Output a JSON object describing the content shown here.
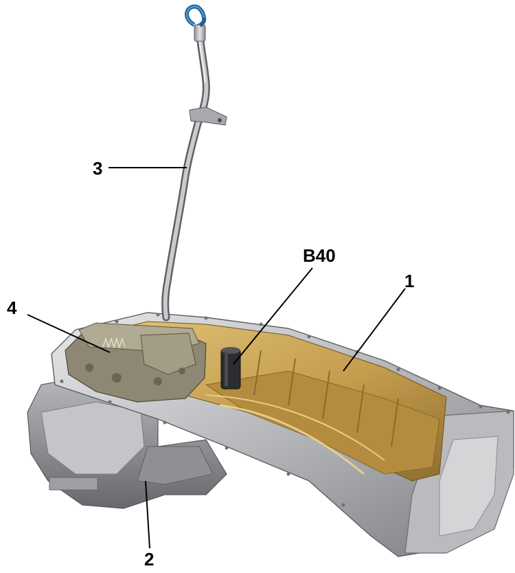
{
  "callouts": {
    "c1": "1",
    "c2": "2",
    "c3": "3",
    "c4": "4",
    "cb40": "B40"
  },
  "parts": {
    "oil_pan_upper": "1",
    "oil_pan_lower": "2",
    "dipstick_guide_tube": "3",
    "oil_pump_assembly": "4",
    "oil_sensor": "B40"
  },
  "colors": {
    "background": "#ffffff",
    "aluminium_light": "#d9dadc",
    "aluminium_mid": "#a9abae",
    "aluminium_dark": "#6f7175",
    "sump_interior": "#c9a557",
    "sump_interior_dark": "#8c6c2c",
    "dipstick_handle": "#2a78b8",
    "leader_line": "#000000"
  }
}
